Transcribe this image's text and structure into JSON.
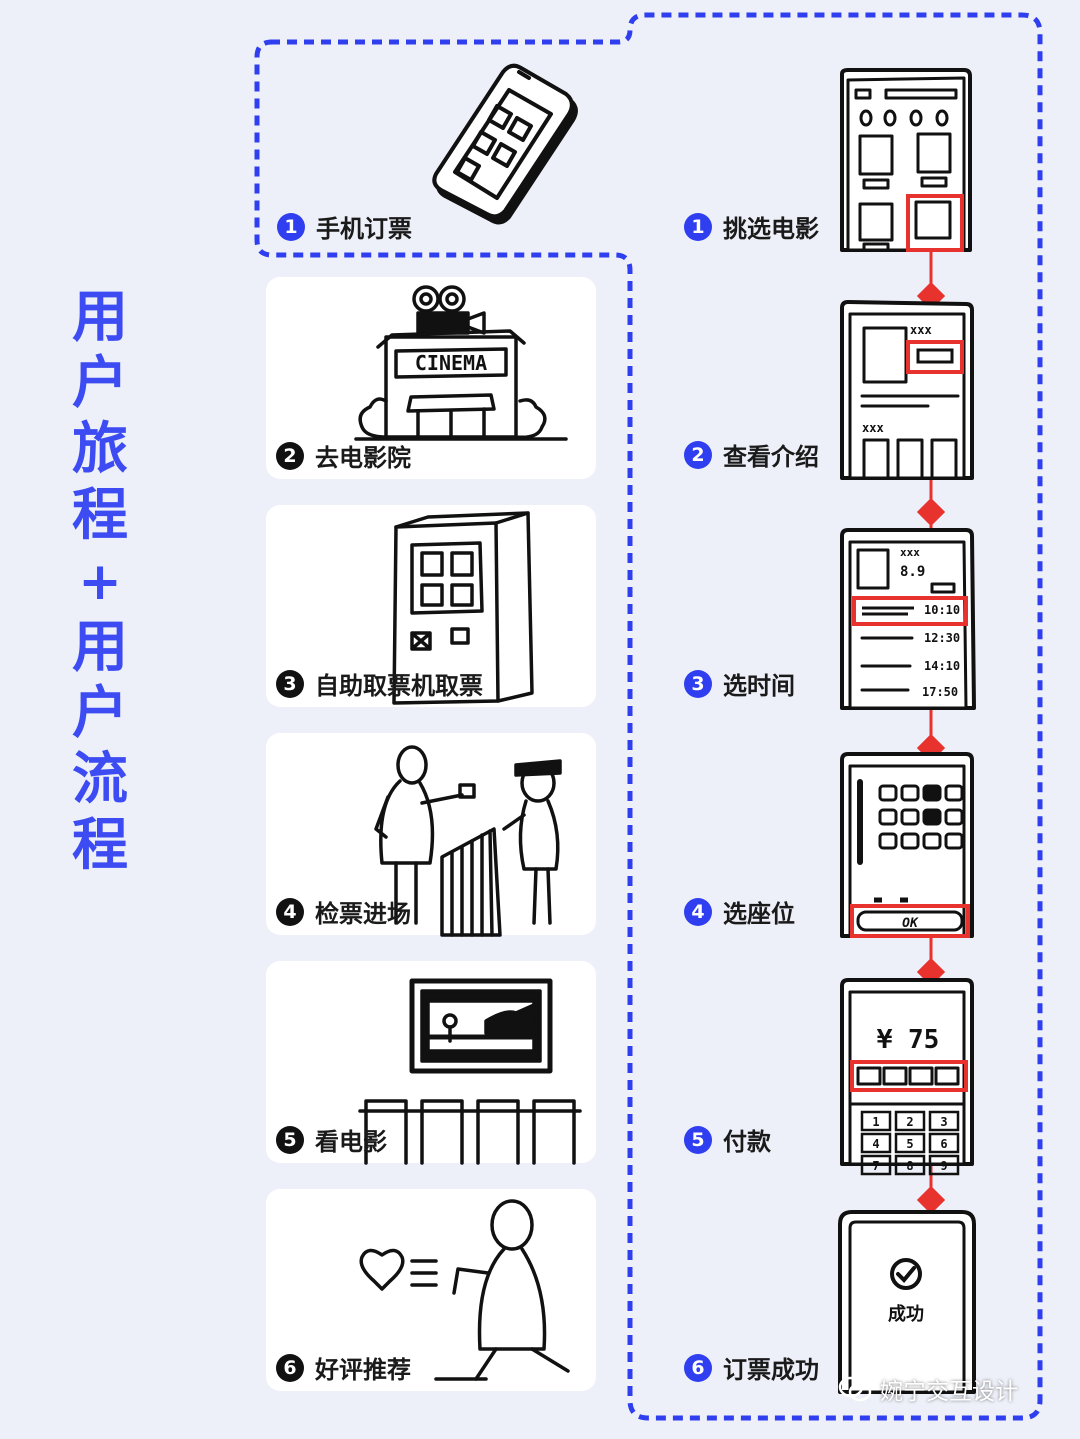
{
  "title_chars": [
    "用",
    "户",
    "旅",
    "程",
    "+",
    "用",
    "户",
    "流",
    "程"
  ],
  "journey": [
    {
      "num": "1",
      "label": "手机订票"
    },
    {
      "num": "2",
      "label": "去电影院"
    },
    {
      "num": "3",
      "label": "自助取票机取票"
    },
    {
      "num": "4",
      "label": "检票进场"
    },
    {
      "num": "5",
      "label": "看电影"
    },
    {
      "num": "6",
      "label": "好评推荐"
    }
  ],
  "flow": [
    {
      "num": "1",
      "label": "挑选电影"
    },
    {
      "num": "2",
      "label": "查看介绍"
    },
    {
      "num": "3",
      "label": "选时间"
    },
    {
      "num": "4",
      "label": "选座位"
    },
    {
      "num": "5",
      "label": "付款"
    },
    {
      "num": "6",
      "label": "订票成功"
    }
  ],
  "sketch_text": {
    "cinema_sign": "CINEMA",
    "rating": "8.9",
    "time_1": "10:10",
    "time_2": "12:30",
    "time_3": "14:10",
    "time_4": "17:50",
    "ok_button": "OK",
    "price": "¥ 75",
    "keys": [
      "1",
      "2",
      "3",
      "4",
      "5",
      "6",
      "7",
      "8",
      "9"
    ],
    "success": "成功",
    "stars": "xxx"
  },
  "watermark": "婉宁交互设计",
  "colors": {
    "accent_blue": "#3c4cf2",
    "number_blue": "#2f3ff0",
    "highlight_red": "#e8322e",
    "background": "#eef0f9"
  },
  "icons": {
    "watermark": "wechat-icon",
    "connector": "red-diamond-icon"
  }
}
